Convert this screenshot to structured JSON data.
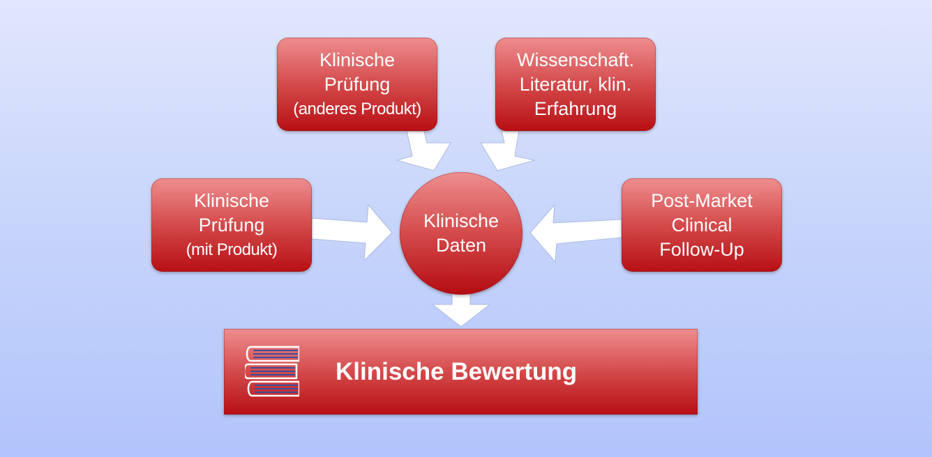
{
  "boxes": {
    "top_left": {
      "lines": [
        "Klinische",
        "Prüfung",
        "(anderes Produkt)"
      ]
    },
    "top_right": {
      "lines": [
        "Wissenschaft.",
        "Literatur, klin.",
        "Erfahrung"
      ]
    },
    "mid_left": {
      "lines": [
        "Klinische",
        "Prüfung",
        "(mit Produkt)"
      ]
    },
    "mid_right": {
      "lines": [
        "Post-Market",
        "Clinical",
        "Follow-Up"
      ]
    }
  },
  "center": {
    "lines": [
      "Klinische",
      "Daten"
    ]
  },
  "result": {
    "title": "Klinische Bewertung",
    "icon": "books-icon"
  },
  "colors": {
    "box_top": "#ee8e8f",
    "box_bottom": "#b80f14",
    "arrow_fill": "#ffffff",
    "background": "#c9d6fb"
  }
}
